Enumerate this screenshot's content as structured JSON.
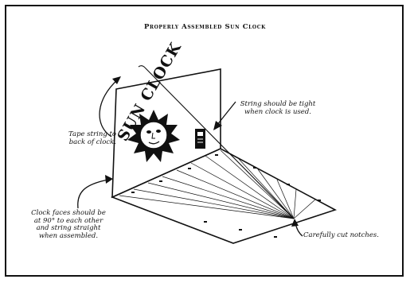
{
  "title": "Properly Assembled Sun Clock",
  "face_title": "SUN CLOCK",
  "notes": {
    "tape": [
      "Tape string to",
      "back of clock."
    ],
    "string": [
      "String should be tight",
      "when clock is used."
    ],
    "faces": [
      "Clock faces should be",
      "at 90° to each other",
      "and string straight",
      "when assembled."
    ],
    "notches": [
      "Carefully cut notches."
    ]
  },
  "colors": {
    "ink": "#111111",
    "paper": "#ffffff"
  }
}
